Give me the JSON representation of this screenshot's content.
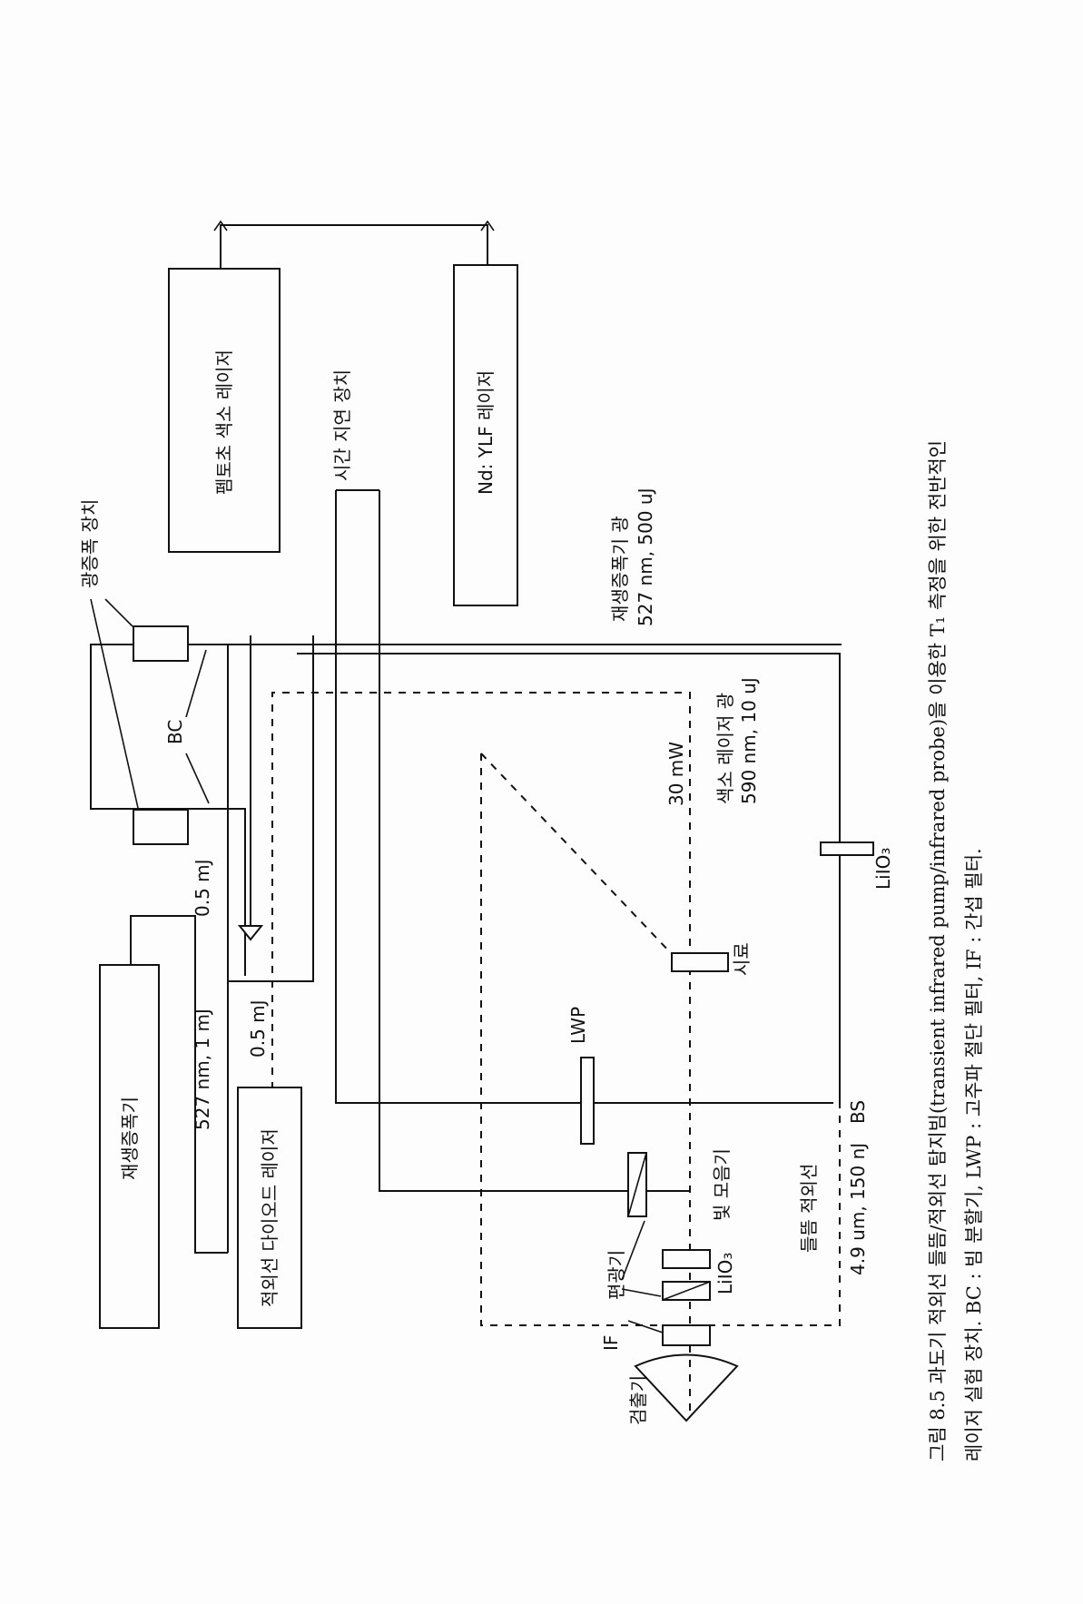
{
  "diagram": {
    "components": {
      "regen_amp": "재생증폭기",
      "ir_diode_laser": "적외선 다이오드 레이저",
      "fs_dye_laser": "펨토초 색소 레이저",
      "time_delay": "시간 지연 장치",
      "ndylf_laser": "Nd: YLF 레이저",
      "optical_amp": "광증폭 장치",
      "bc": "BC",
      "lwp": "LWP",
      "sample": "시료",
      "beam_combiner": "빛 모음기",
      "polarizer": "편광기",
      "lilo3_a": "LiIO₃",
      "lilo3_b": "LiIO₃",
      "bs": "BS",
      "if_filter": "IF",
      "detector": "검출기"
    },
    "beam_labels": {
      "regen_out": "527 nm, 1 mJ",
      "half_a": "0.5 mJ",
      "half_b": "0.5 mJ",
      "regen_light_title": "재생증폭기 광",
      "regen_light_value": "527 nm, 500 uJ",
      "power": "30 mW",
      "dye_light_title": "색소 레이저 광",
      "dye_light_value": "590 nm, 10 uJ",
      "pump_ir_title": "들뜸 적외선",
      "pump_ir_value": "4.9 um, 150 nJ"
    }
  },
  "caption": {
    "line1": "그림 8.5  과도기 적외선 들뜸/적외선 탐지빔(transient infrared pump/infrared probe)을 이용한 T₁ 측정을 위한 전반적인",
    "line2": "레이저 실험 장치. BC : 빔 분할기, LWP : 고주파 절단 필터, IF : 간섭 필터."
  }
}
